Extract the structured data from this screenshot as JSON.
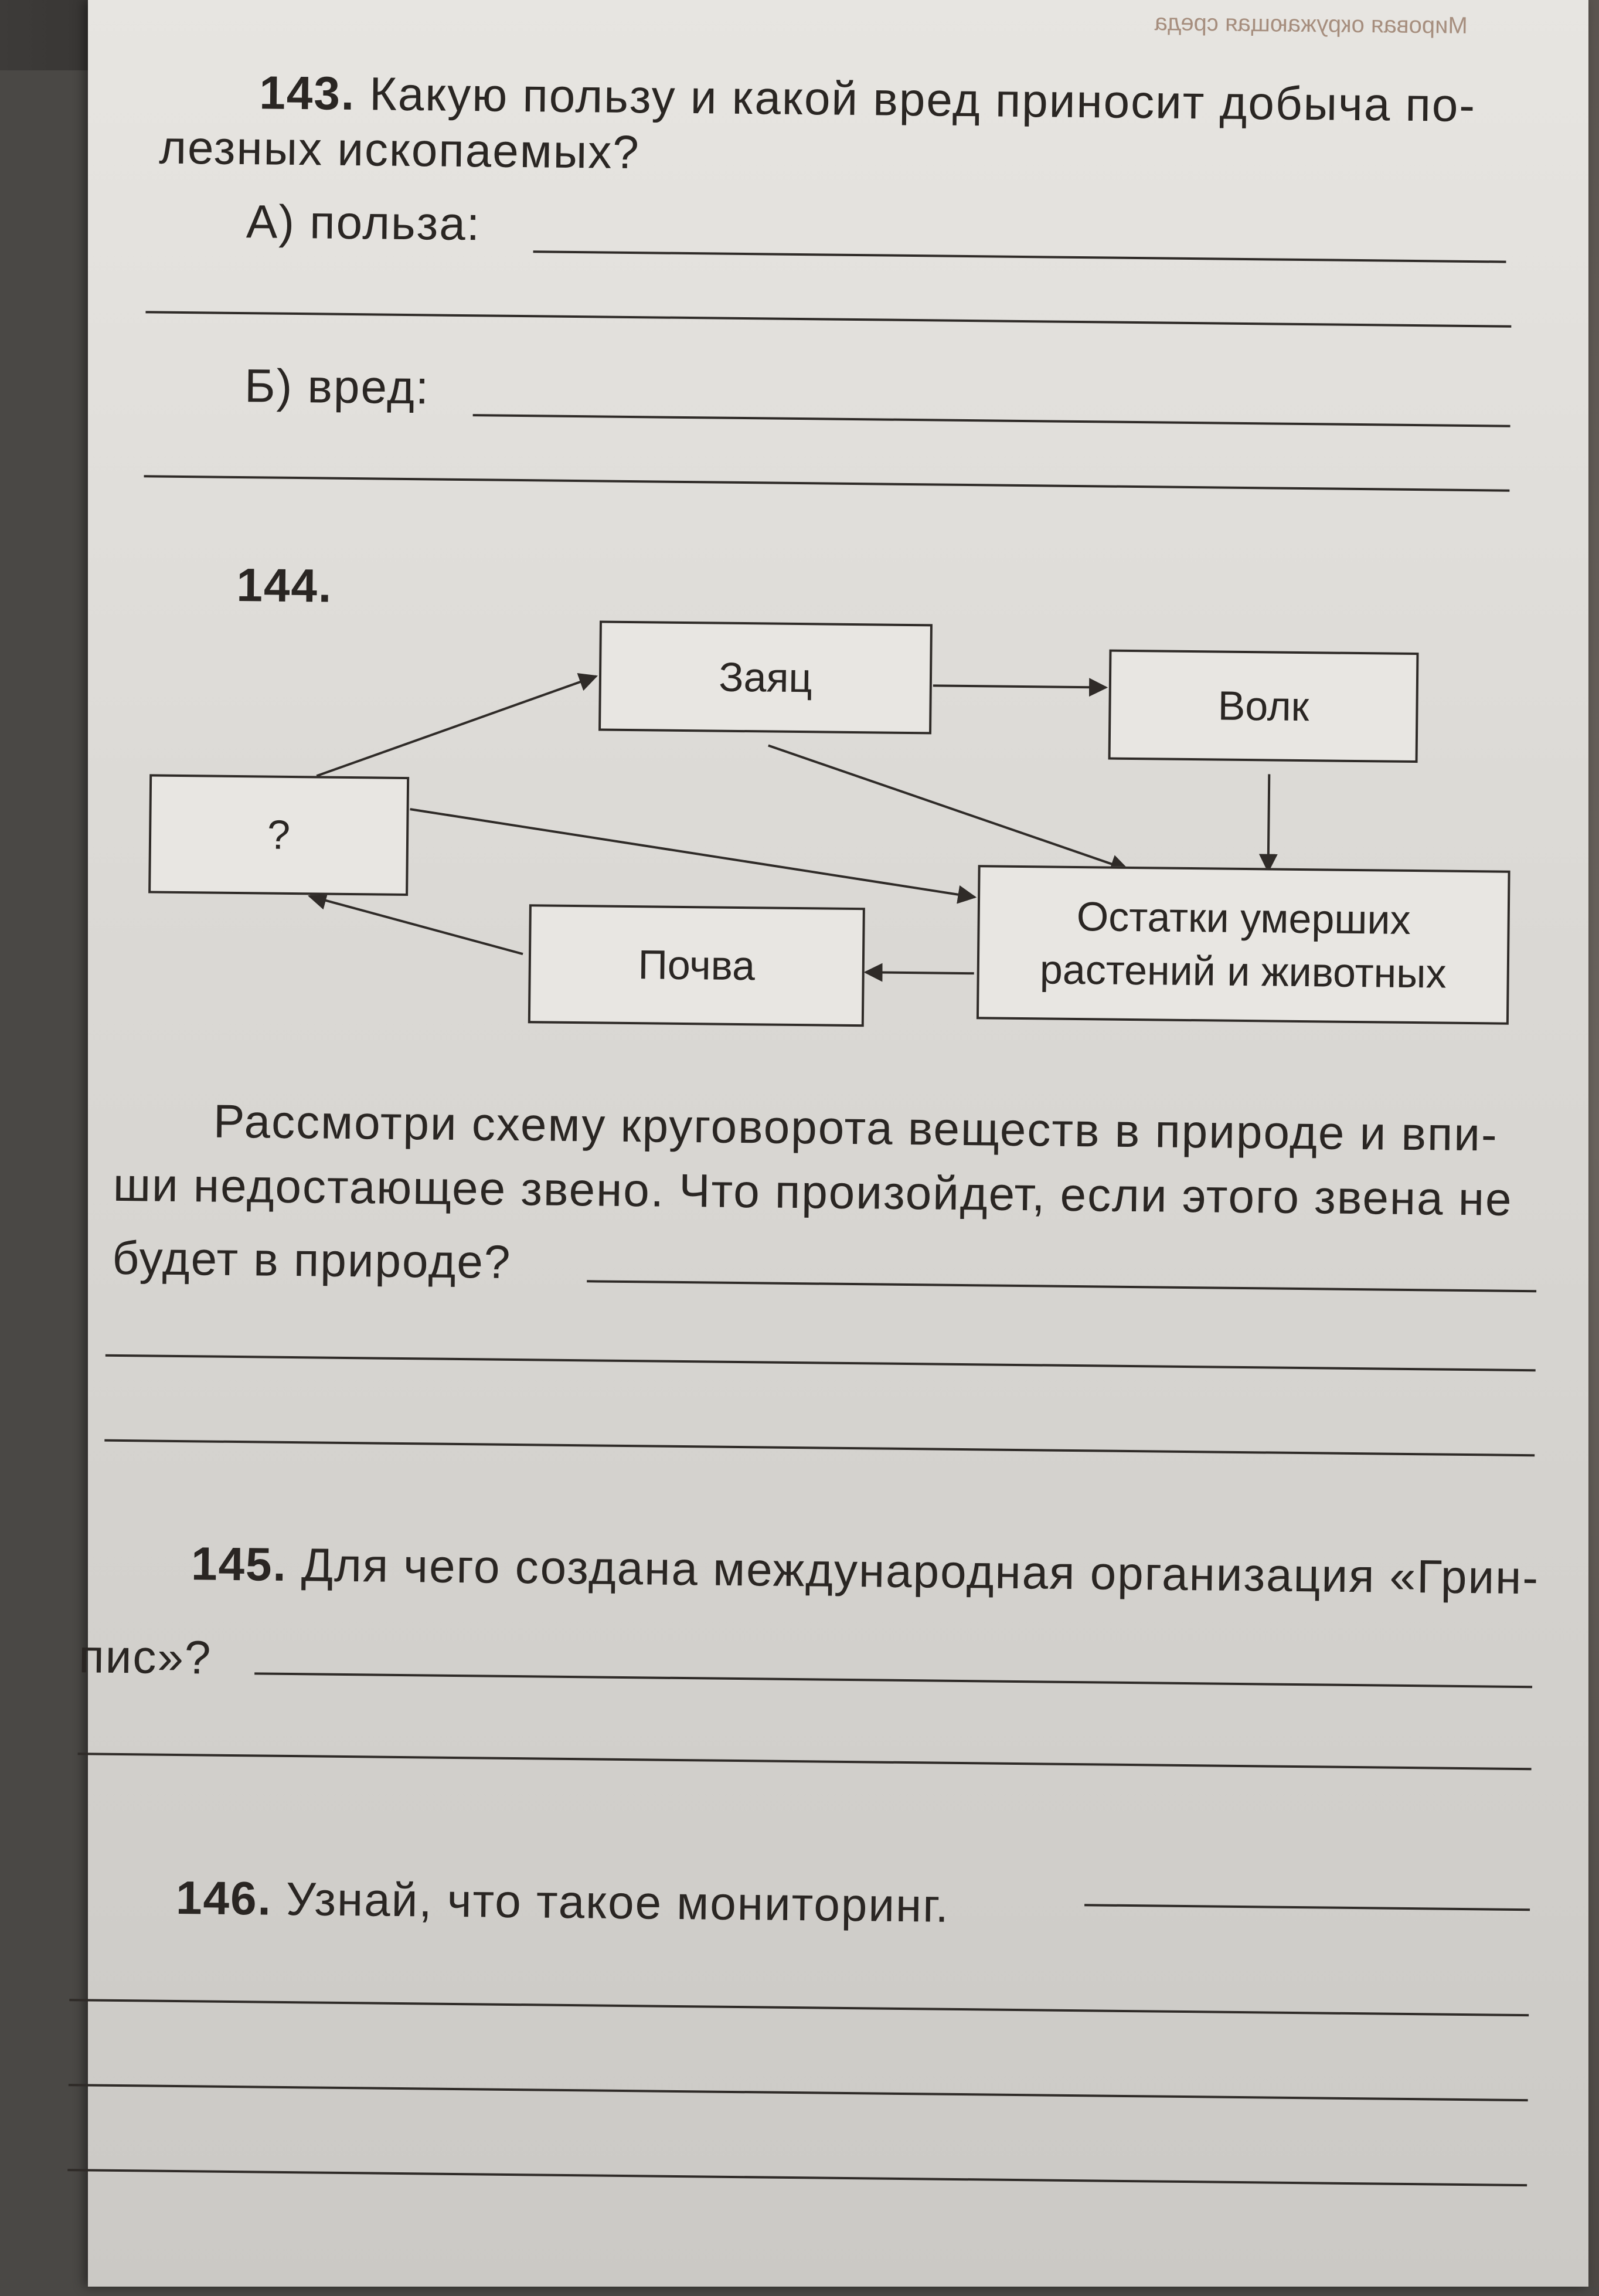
{
  "header_fragment": "Мировая окружающая среда",
  "q143": {
    "number": "143.",
    "question_line1": "Какую пользу и какой вред приносит добыча по-",
    "question_line2": "лезных ископаемых?",
    "a_label": "А) польза:",
    "b_label": "Б) вред:"
  },
  "q144": {
    "number": "144.",
    "nodes": {
      "hare": "Заяц",
      "wolf": "Волк",
      "unknown": "?",
      "remains_line1": "Остатки умерших",
      "remains_line2": "растений и животных",
      "soil": "Почва"
    },
    "instruction_line1": "Рассмотри схему круговорота веществ в природе и впи-",
    "instruction_line2": "ши недостающее звено. Что произойдет, если этого звена не",
    "instruction_line3": "будет в природе?"
  },
  "q145": {
    "number": "145.",
    "question_line1": "Для чего создана международная организация «Грин-",
    "question_line2": "пис»?"
  },
  "q146": {
    "number": "146.",
    "question": "Узнай, что такое мониторинг."
  }
}
